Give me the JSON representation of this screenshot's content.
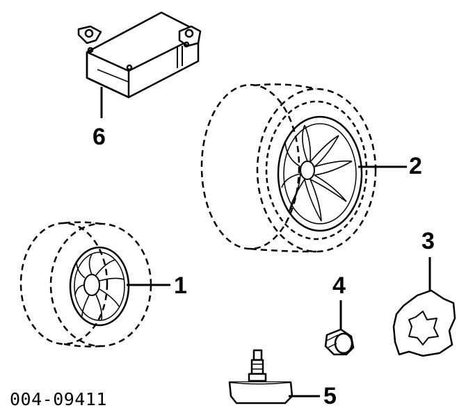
{
  "figure": {
    "code": "004-09411",
    "callouts": [
      {
        "id": "1",
        "label": "1",
        "part": "spare-wheel"
      },
      {
        "id": "2",
        "label": "2",
        "part": "road-wheel"
      },
      {
        "id": "3",
        "label": "3",
        "part": "wheel-lock"
      },
      {
        "id": "4",
        "label": "4",
        "part": "valve-cap"
      },
      {
        "id": "5",
        "label": "5",
        "part": "pressure-sensor"
      },
      {
        "id": "6",
        "label": "6",
        "part": "receiver-module"
      }
    ]
  }
}
